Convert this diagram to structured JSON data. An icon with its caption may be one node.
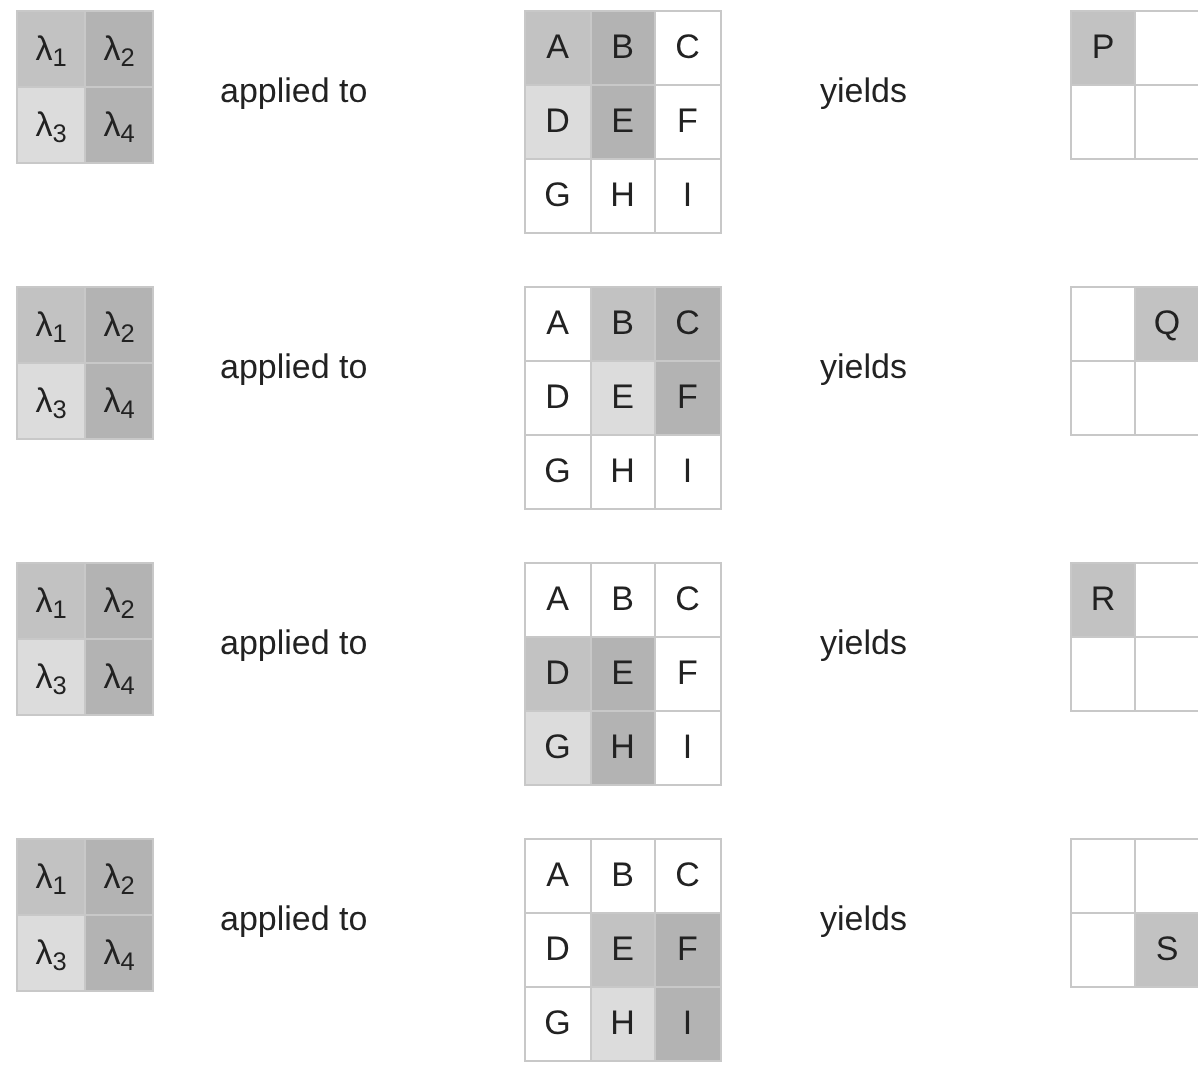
{
  "diagram": {
    "nodes": [
      {
        "text": [],
        "shape": "box"
      },
      {
        "text": [
          "λ$_{1}$"
        ],
        "in": 0
      },
      {
        "text": [
          "λ$_{2}$"
        ],
        "in": 0
      },
      {
        "text": [
          "λ$_{3}$"
        ],
        "in": 0
      },
      {
        "text": [
          "λ$_{4}$"
        ],
        "in": 0
      },
      {
        "text": [],
        "shape": "box"
      },
      {
        "text": [
          "A"
        ],
        "in": 5
      },
      {
        "text": [
          "B"
        ],
        "in": 5
      },
      {
        "text": [
          "C"
        ],
        "in": 5
      },
      {
        "text": [
          "D"
        ],
        "in": 5
      },
      {
        "text": [
          "E"
        ],
        "in": 5
      },
      {
        "text": [
          "F"
        ],
        "in": 5
      },
      {
        "text": [
          "G"
        ],
        "in": 5
      },
      {
        "text": [
          "H"
        ],
        "in": 5
      },
      {
        "text": [
          "I"
        ],
        "in": 5
      },
      {
        "text": [],
        "shape": "box"
      },
      {
        "text": [
          "P"
        ],
        "in": 15
      },
      {
        "text": [],
        "shape": "box",
        "in": 15
      },
      {
        "text": [],
        "shape": "box",
        "in": 15
      },
      {
        "text": [],
        "shape": "box",
        "in": 15
      },
      {
        "text": [],
        "shape": "box"
      },
      {
        "text": [
          "λ$_{1}$"
        ],
        "in": 20
      },
      {
        "text": [
          "λ$_{2}$"
        ],
        "in": 20
      },
      {
        "text": [
          "λ$_{3}$"
        ],
        "in": 20
      },
      {
        "text": [
          "λ$_{4}$"
        ],
        "in": 20
      },
      {
        "text": [],
        "shape": "box"
      },
      {
        "text": [
          "A"
        ],
        "in": 25
      },
      {
        "text": [
          "B"
        ],
        "in": 25
      },
      {
        "text": [
          "C"
        ],
        "in": 25
      },
      {
        "text": [
          "D"
        ],
        "in": 25
      },
      {
        "text": [
          "E"
        ],
        "in": 25
      },
      {
        "text": [
          "F"
        ],
        "in": 25
      },
      {
        "text": [
          "G"
        ],
        "in": 25
      },
      {
        "text": [
          "H"
        ],
        "in": 25
      },
      {
        "text": [
          "I"
        ],
        "in": 25
      },
      {
        "text": [],
        "shape": "box"
      },
      {
        "text": [],
        "shape": "box",
        "in": 35
      },
      {
        "text": [
          "Q"
        ],
        "in": 35
      },
      {
        "text": [],
        "shape": "box",
        "in": 35
      },
      {
        "text": [],
        "shape": "box",
        "in": 35
      },
      {
        "text": [],
        "shape": "box"
      },
      {
        "text": [
          "λ$_{1}$"
        ],
        "in": 40
      },
      {
        "text": [
          "λ$_{2}$"
        ],
        "in": 40
      },
      {
        "text": [
          "λ$_{3}$"
        ],
        "in": 40
      },
      {
        "text": [
          "λ$_{4}$"
        ],
        "in": 40
      },
      {
        "text": [],
        "shape": "box"
      },
      {
        "text": [
          "A"
        ],
        "in": 45
      },
      {
        "text": [
          "B"
        ],
        "in": 45
      },
      {
        "text": [
          "C"
        ],
        "in": 45
      },
      {
        "text": [
          "D"
        ],
        "in": 45
      },
      {
        "text": [
          "E"
        ],
        "in": 45
      },
      {
        "text": [
          "F"
        ],
        "in": 45
      },
      {
        "text": [
          "G"
        ],
        "in": 45
      },
      {
        "text": [
          "H"
        ],
        "in": 45
      },
      {
        "text": [
          "I"
        ],
        "in": 45
      },
      {
        "text": [],
        "shape": "box"
      },
      {
        "text": [
          "R"
        ],
        "in": 55
      },
      {
        "text": [],
        "shape": "box",
        "in": 55
      },
      {
        "text": [],
        "shape": "box",
        "in": 55
      },
      {
        "text": [],
        "shape": "box",
        "in": 55
      },
      {
        "text": [],
        "shape": "box"
      },
      {
        "text": [
          "λ$_{1}$"
        ],
        "in": 60
      },
      {
        "text": [
          "λ$_{2}$"
        ],
        "in": 60
      },
      {
        "text": [
          "λ$_{3}$"
        ],
        "in": 60
      },
      {
        "text": [
          "λ$_{4}$"
        ],
        "in": 60
      },
      {
        "text": [],
        "shape": "box"
      },
      {
        "text": [
          "A"
        ],
        "in": 65
      },
      {
        "text": [
          "B"
        ],
        "in": 65
      },
      {
        "text": [
          "C"
        ],
        "in": 65
      },
      {
        "text": [
          "D"
        ],
        "in": 65
      },
      {
        "text": [
          "E"
        ],
        "in": 65
      },
      {
        "text": [
          "F"
        ],
        "in": 65
      },
      {
        "text": [
          "G"
        ],
        "in": 65
      },
      {
        "text": [
          "H"
        ],
        "in": 65
      },
      {
        "text": [
          "I"
        ],
        "in": 65
      },
      {
        "text": [],
        "shape": "box"
      },
      {
        "text": [],
        "shape": "box",
        "in": 75
      },
      {
        "text": [],
        "shape": "box",
        "in": 75
      },
      {
        "text": [],
        "shape": "box",
        "in": 75
      },
      {
        "text": [
          "S"
        ],
        "in": 75
      }
    ],
    "labels": [
      "applied to",
      "yields",
      "applied to",
      "yields",
      "applied to",
      "yields",
      "applied to",
      "yields"
    ]
  }
}
